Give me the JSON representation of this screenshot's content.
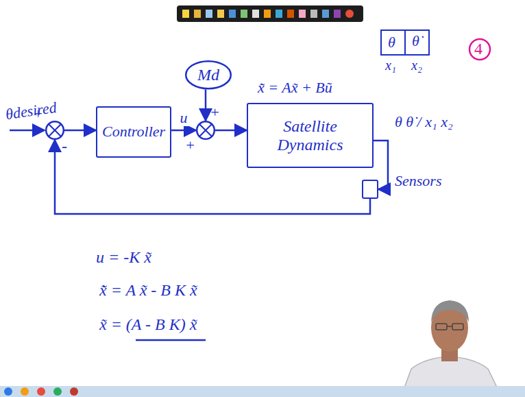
{
  "diagram": {
    "nodes": [
      {
        "text": [
          "+",
          "-"
        ]
      },
      {
        "text": [
          "Controller"
        ]
      },
      {
        "text": [
          "+",
          "+"
        ]
      },
      {
        "text": [
          "Md"
        ]
      },
      {
        "text": [
          "x̃̇ = Ax̃ + Bũ",
          "Satellite Dynamics"
        ]
      },
      {
        "text": [
          "Sensors"
        ]
      }
    ],
    "edges": [
      {
        "from": 0,
        "to": 1,
        "arrow": "to"
      },
      {
        "from": 1,
        "to": 2,
        "label": "u",
        "arrow": "to"
      },
      {
        "from": 3,
        "to": 2,
        "arrow": "to"
      },
      {
        "from": 2,
        "to": 4,
        "arrow": "to"
      },
      {
        "from": 4,
        "to": 5,
        "arrow": "to"
      },
      {
        "from": 5,
        "to": 0,
        "arrow": "to"
      }
    ],
    "labels": [
      "θdesired",
      "θ θ̇ / x₁ x₂",
      "θ",
      "θ̇",
      "x₁",
      "x₂",
      "4",
      "u = -K x̃",
      "x̃̇ = A x̃ - B K x̃",
      "x̃ = (A - B K) x̃"
    ]
  }
}
